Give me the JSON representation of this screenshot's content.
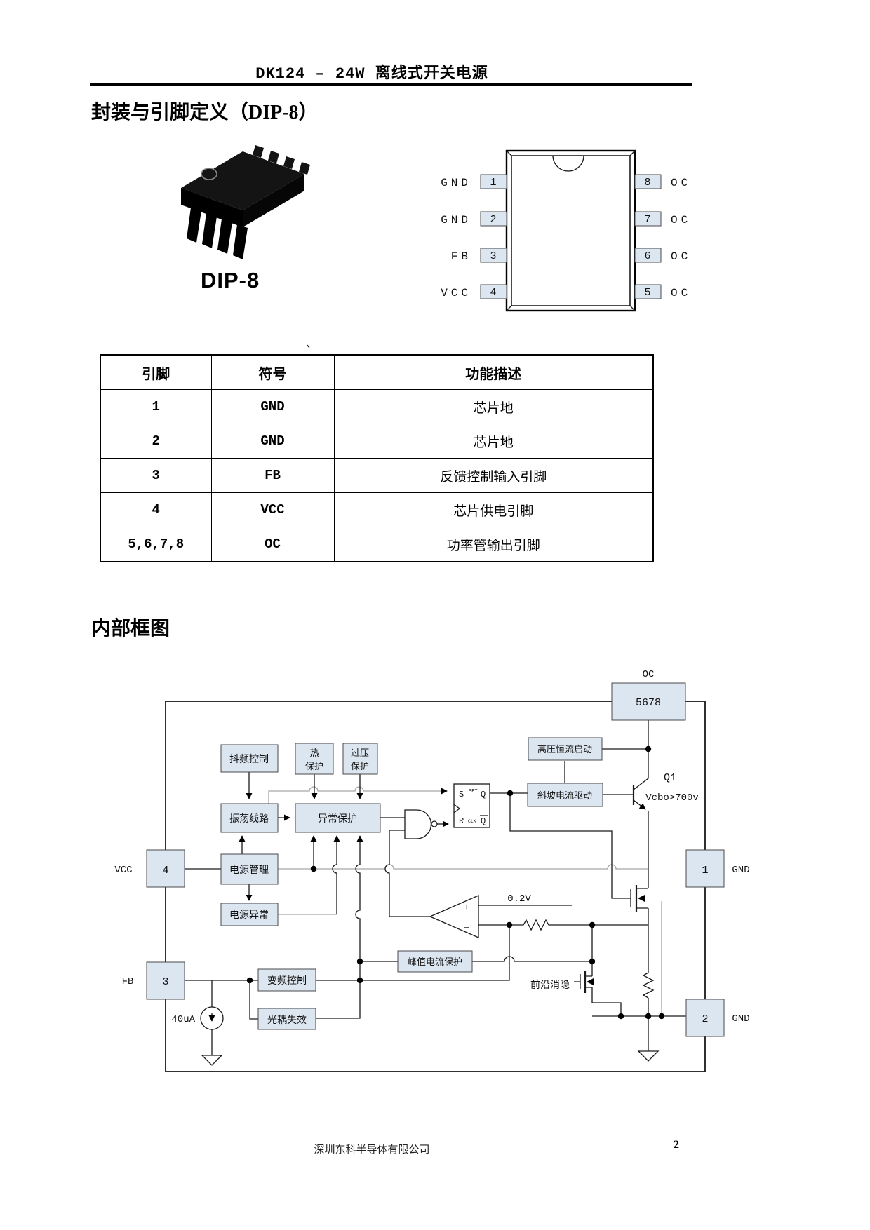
{
  "page": {
    "header_title": "DK124 –  24W 离线式开关电源",
    "footer_company": "深圳东科半导体有限公司",
    "page_number": "2",
    "stray_mark": "、"
  },
  "package_section": {
    "title": "封装与引脚定义（DIP-8）",
    "package_name": "DIP-8",
    "pinout": {
      "left_pins": [
        {
          "num": "1",
          "label": "GND"
        },
        {
          "num": "2",
          "label": "GND"
        },
        {
          "num": "3",
          "label": "FB"
        },
        {
          "num": "4",
          "label": "VCC"
        }
      ],
      "right_pins": [
        {
          "num": "8",
          "label": "OC"
        },
        {
          "num": "7",
          "label": "OC"
        },
        {
          "num": "6",
          "label": "OC"
        },
        {
          "num": "5",
          "label": "OC"
        }
      ]
    }
  },
  "pin_table": {
    "headers": [
      "引脚",
      "符号",
      "功能描述"
    ],
    "rows": [
      {
        "pin": "1",
        "symbol": "GND",
        "desc": "芯片地"
      },
      {
        "pin": "2",
        "symbol": "GND",
        "desc": "芯片地"
      },
      {
        "pin": "3",
        "symbol": "FB",
        "desc": "反馈控制输入引脚"
      },
      {
        "pin": "4",
        "symbol": "VCC",
        "desc": "芯片供电引脚"
      },
      {
        "pin": "5,6,7,8",
        "symbol": "OC",
        "desc": "功率管输出引脚"
      }
    ]
  },
  "diagram_section": {
    "title": "内部框图",
    "oc_pin": {
      "label": "OC",
      "numbers": "5678"
    },
    "blocks": {
      "jitter": "抖频控制",
      "thermal_line1": "热",
      "thermal_line2": "保护",
      "ovp_line1": "过压",
      "ovp_line2": "保护",
      "oscillator": "振荡线路",
      "fault_protect": "异常保护",
      "hv_start": "高压恒流启动",
      "ramp_drive": "斜坡电流驱动",
      "power_mgmt": "电源管理",
      "power_fault": "电源异常",
      "peak_current": "峰值电流保护",
      "freq_ctrl": "变频控制",
      "opto_fail": "光耦失效"
    },
    "latch": {
      "s": "S",
      "set": "SET",
      "q": "Q",
      "r": "R",
      "clk": "CLK",
      "qbar": "Q"
    },
    "comparator": {
      "plus": "+",
      "minus": "−",
      "vref": "0.2V"
    },
    "transistor": {
      "name": "Q1",
      "rating": "Vcbo>700v"
    },
    "labels": {
      "leb": "前沿消隐",
      "bias": "40uA"
    },
    "pins": {
      "vcc": {
        "num": "4",
        "label": "VCC"
      },
      "fb": {
        "num": "3",
        "label": "FB"
      },
      "gnd1": {
        "num": "1",
        "label": "GND"
      },
      "gnd2": {
        "num": "2",
        "label": "GND"
      }
    }
  },
  "colors": {
    "box_fill": "#dce6f1",
    "wire": "#1a1a1a",
    "wire_gray": "#a6a6a6",
    "chip_body": "#141414"
  }
}
